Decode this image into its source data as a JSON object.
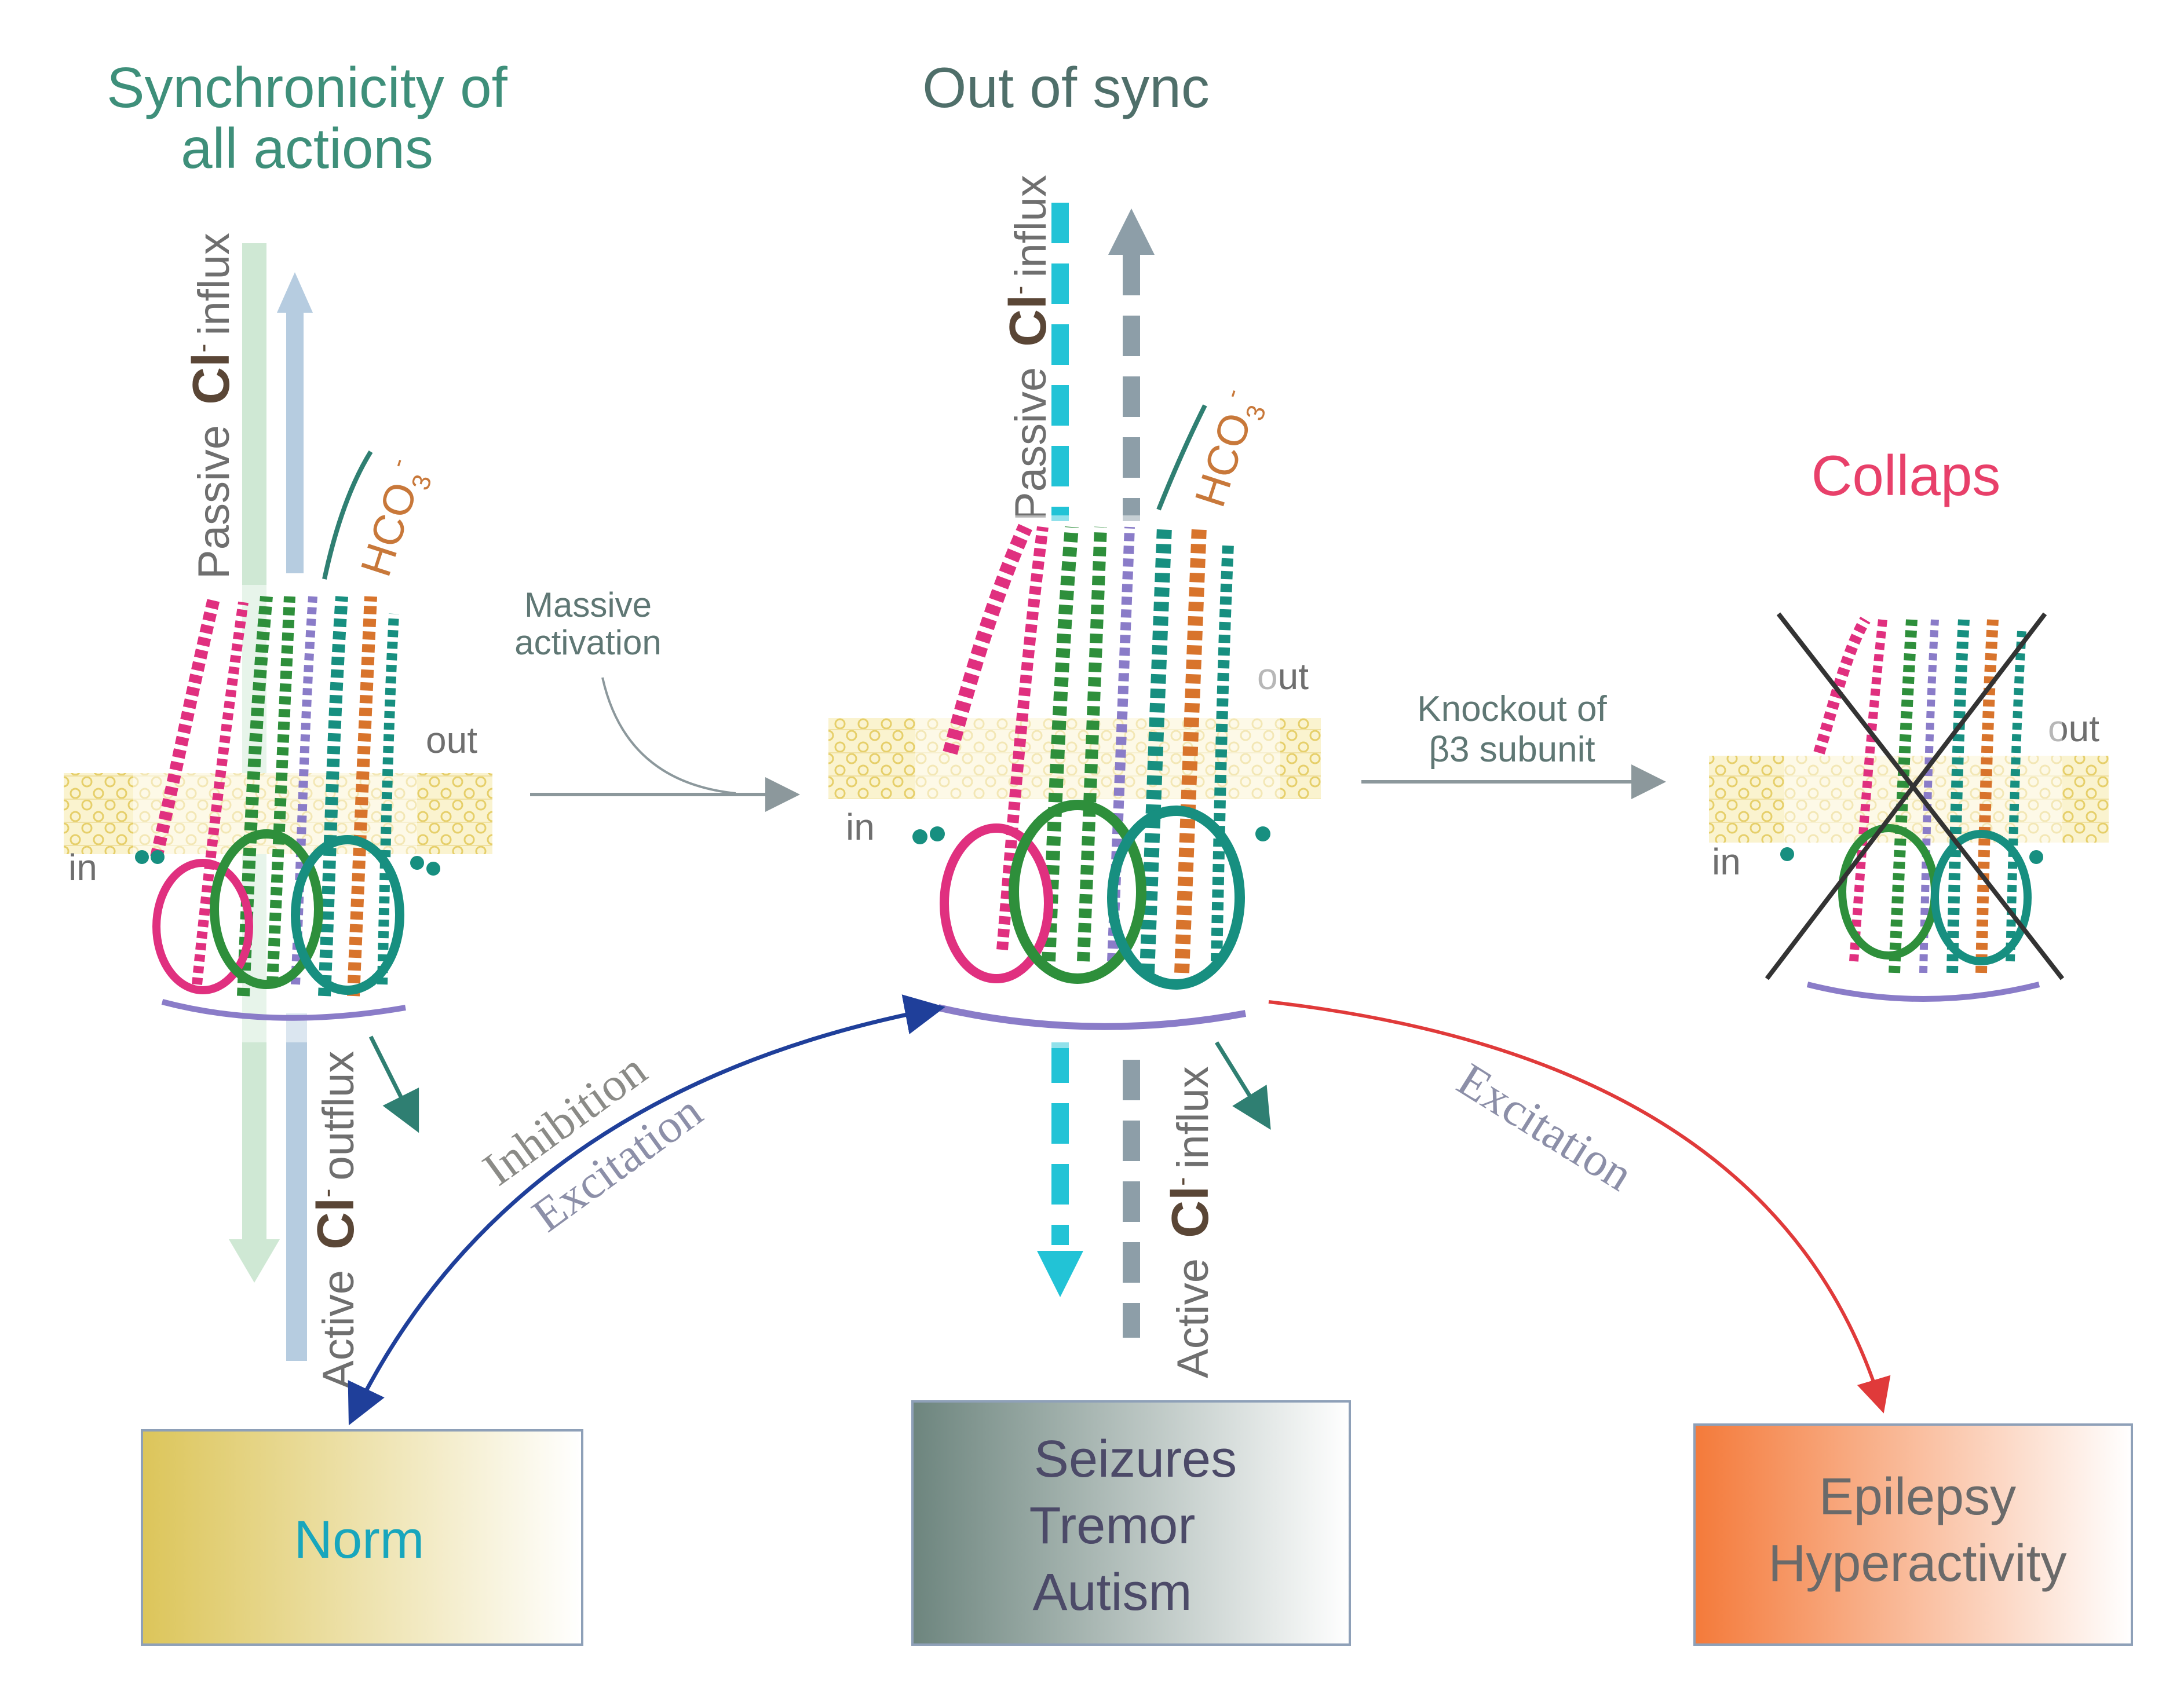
{
  "titles": {
    "panel_left": [
      "Synchronicity of",
      "all actions"
    ],
    "panel_middle": "Out of sync",
    "panel_right": "Collaps"
  },
  "labels": {
    "passive_prefix": "Passive",
    "active_prefix": "Active",
    "cl_symbol": "Cl",
    "cl_charge": "-",
    "influx": "influx",
    "outflux": "outflux",
    "hco3": "HCO",
    "hco3_sub": "3",
    "hco3_sup": "-",
    "membrane_in": "in",
    "membrane_out": "out",
    "massive_activation": [
      "Massive",
      "activation"
    ],
    "knockout": [
      "Knockout of",
      "β3 subunit"
    ],
    "inhibition": "Inhibition",
    "excitation": "Excitation"
  },
  "outcomes": {
    "norm": [
      "Norm"
    ],
    "out_of_sync": [
      "Seizures",
      "Tremor",
      "Autism"
    ],
    "collapse": [
      "Epilepsy",
      "Hyperactivity"
    ]
  },
  "colors": {
    "title_teal": "#3e8f7a",
    "title_gray": "#4f6f6a",
    "title_red": "#e8406a",
    "cl_dark": "#5a4636",
    "hco3_orange": "#c8783a",
    "passive_green": "#cfe8d4",
    "active_blue": "#b6cce0",
    "dashed_cyan": "#22c3d6",
    "dashed_gray": "#8d9ea8",
    "membrane_yellow": "#f3e7a6",
    "helix_pink": "#e0307f",
    "helix_green": "#2e8f3b",
    "helix_teal": "#178f80",
    "helix_orange": "#d8742c",
    "helix_purple": "#8a7cc8",
    "norm_text": "#18a6bd",
    "norm_box": "#dcc55a",
    "seizure_box": "#6d857e",
    "epilepsy_box": "#f47a3a",
    "blue_arrow": "#1f3f9a",
    "red_arrow": "#e03a3a"
  }
}
